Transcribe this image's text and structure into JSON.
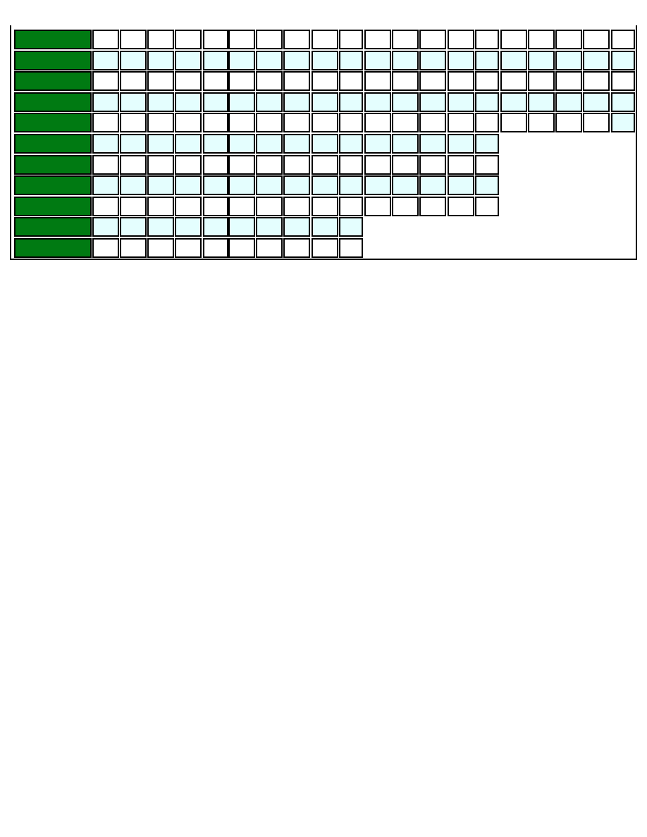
{
  "colors": {
    "header_fill": "#007a12",
    "cell_even_fill": "#ffffff",
    "cell_odd_fill": "#e4fefe",
    "border": "#000000",
    "link": "#0000ee"
  },
  "grid": {
    "columns_total": 20,
    "rows": [
      {
        "cells": 20,
        "shade": "white"
      },
      {
        "cells": 20,
        "shade": "cyan"
      },
      {
        "cells": 20,
        "shade": "white"
      },
      {
        "cells": 20,
        "shade": "cyan"
      },
      {
        "cells": 20,
        "shade": "white",
        "last_cell_shade": "cyan"
      },
      {
        "cells": 15,
        "shade": "cyan"
      },
      {
        "cells": 15,
        "shade": "white"
      },
      {
        "cells": 15,
        "shade": "cyan"
      },
      {
        "cells": 15,
        "shade": "white"
      },
      {
        "cells": 10,
        "shade": "cyan"
      },
      {
        "cells": 10,
        "shade": "white"
      }
    ]
  },
  "links": [
    {
      "label": ""
    },
    {
      "label": ""
    }
  ]
}
